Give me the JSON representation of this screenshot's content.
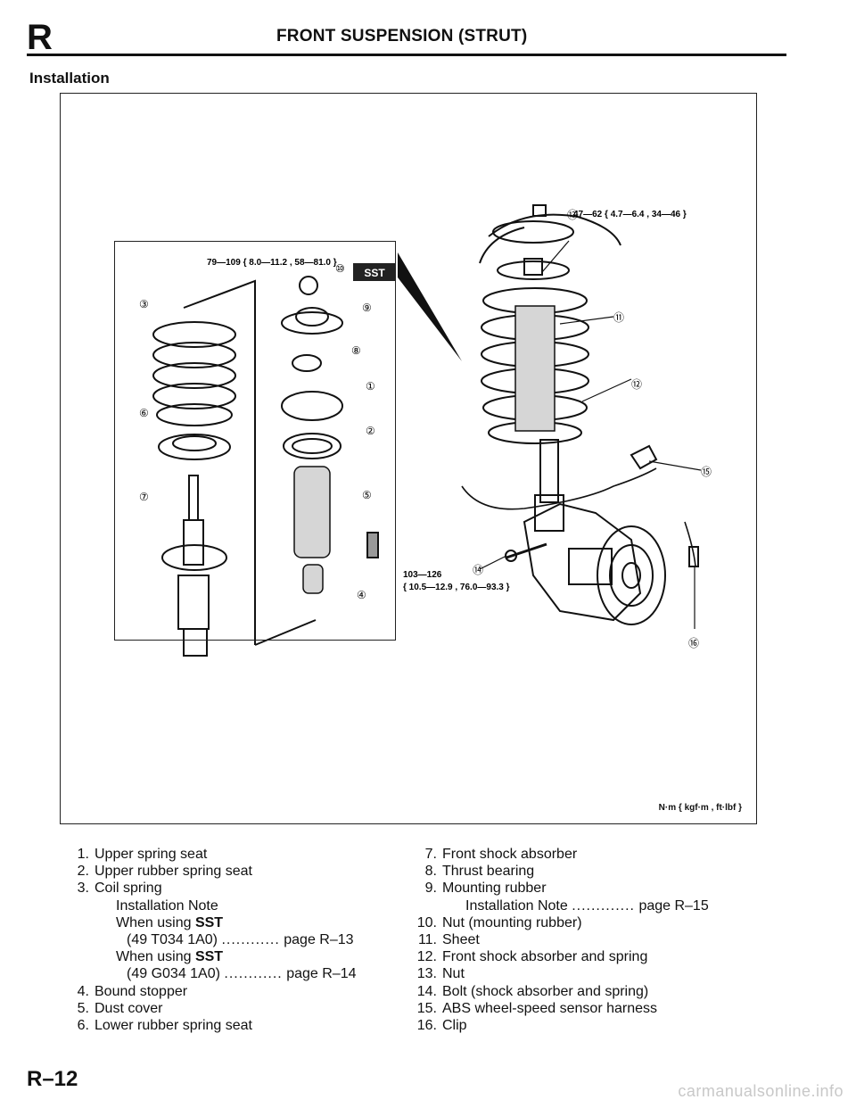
{
  "header": {
    "letter": "R",
    "title": "FRONT SUSPENSION (STRUT)"
  },
  "section": {
    "title": "Installation"
  },
  "figure": {
    "torque_10": "79—109 { 8.0—11.2 , 58—81.0 }",
    "torque_13": "47—62 { 4.7—6.4 , 34—46 }",
    "torque_14_line1": "103—126",
    "torque_14_line2": "{ 10.5—12.9 , 76.0—93.3 }",
    "sst_badge": "SST",
    "units": "N·m { kgf·m , ft·lbf }",
    "callouts": [
      "①",
      "②",
      "③",
      "④",
      "⑤",
      "⑥",
      "⑦",
      "⑧",
      "⑨",
      "⑩",
      "⑪",
      "⑫",
      "⑬",
      "⑭",
      "⑮",
      "⑯"
    ]
  },
  "legend": {
    "left": [
      {
        "num": "1.",
        "text": "Upper spring seat"
      },
      {
        "num": "2.",
        "text": "Upper rubber spring seat"
      },
      {
        "num": "3.",
        "text": "Coil spring"
      }
    ],
    "left_notes": {
      "install_note": "Installation Note",
      "when_using_1": "When using",
      "sst_1": "SST",
      "code_1": "(49 T034 1A0)",
      "dots_1": "............",
      "ref_1": "page R–13",
      "when_using_2": "When using",
      "sst_2": "SST",
      "code_2": "(49 G034 1A0)",
      "dots_2": "............",
      "ref_2": "page R–14"
    },
    "left_rest": [
      {
        "num": "4.",
        "text": "Bound stopper"
      },
      {
        "num": "5.",
        "text": "Dust cover"
      },
      {
        "num": "6.",
        "text": "Lower rubber spring seat"
      }
    ],
    "right_top": [
      {
        "num": "7.",
        "text": "Front shock absorber"
      },
      {
        "num": "8.",
        "text": "Thrust bearing"
      },
      {
        "num": "9.",
        "text": "Mounting rubber"
      }
    ],
    "right_note": {
      "text": "Installation Note",
      "dots": ".............",
      "ref": "page R–15"
    },
    "right_rest": [
      {
        "num": "10.",
        "text": "Nut (mounting rubber)"
      },
      {
        "num": "11.",
        "text": "Sheet"
      },
      {
        "num": "12.",
        "text": "Front shock absorber and spring"
      },
      {
        "num": "13.",
        "text": "Nut"
      },
      {
        "num": "14.",
        "text": "Bolt (shock absorber and spring)"
      },
      {
        "num": "15.",
        "text": "ABS wheel-speed sensor harness"
      },
      {
        "num": "16.",
        "text": "Clip"
      }
    ]
  },
  "footer": {
    "page": "R–12",
    "watermark": "carmanualsonline.info"
  }
}
